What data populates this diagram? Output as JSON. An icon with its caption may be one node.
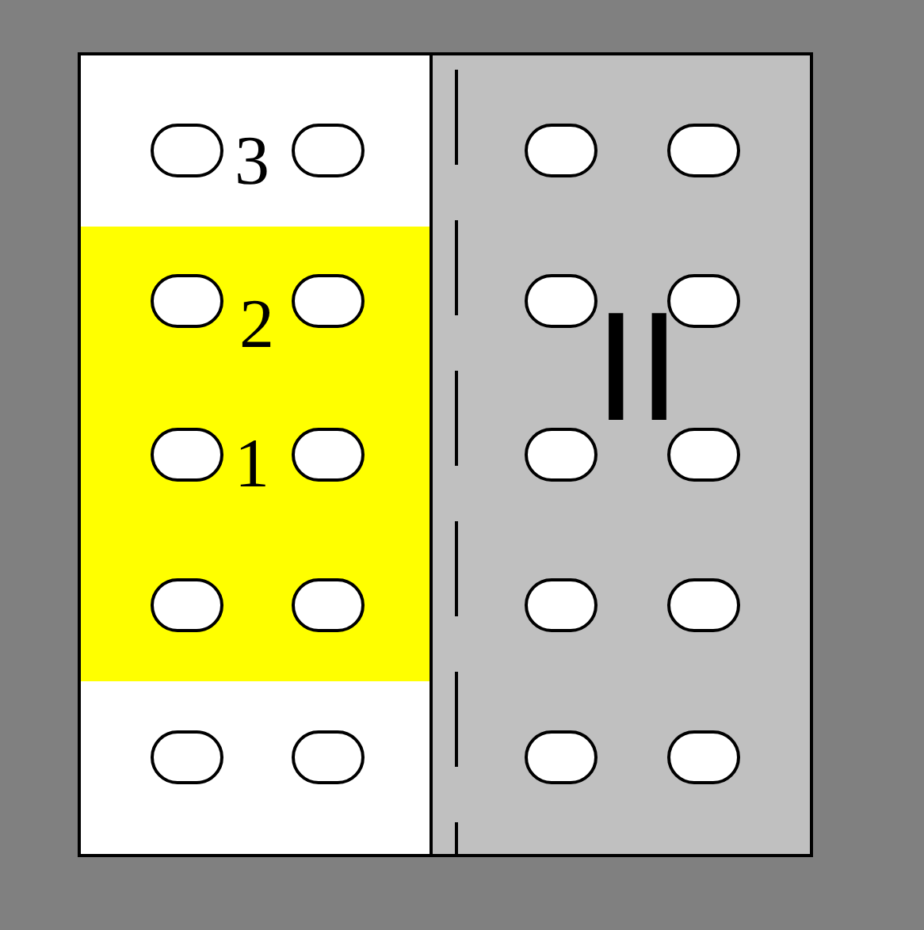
{
  "diagram": {
    "labels": [
      "3",
      "2",
      "1",
      "II"
    ]
  }
}
